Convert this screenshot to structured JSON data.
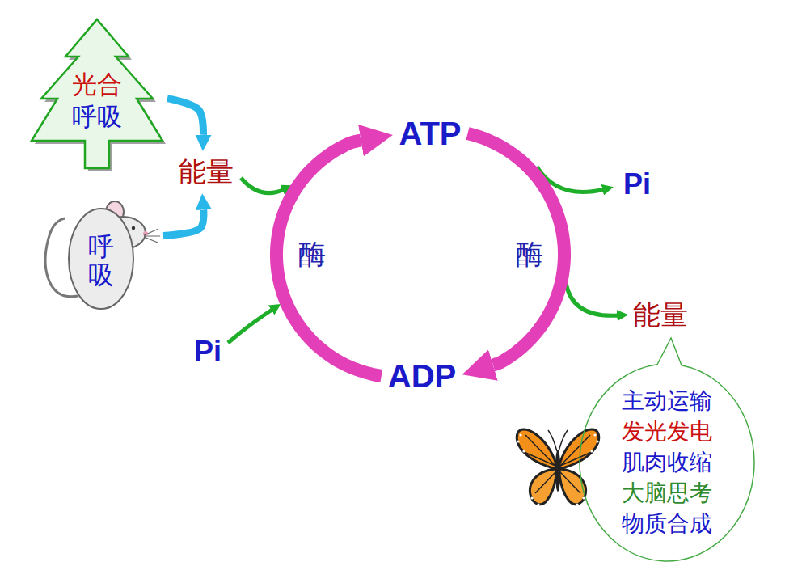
{
  "diagram": {
    "nodes": [
      {
        "text": [
          "光合",
          "呼吸"
        ]
      },
      {
        "text": [
          "呼吸"
        ]
      },
      {
        "text": [
          "能量"
        ]
      },
      {
        "text": [
          "ATP"
        ]
      },
      {
        "text": [
          "ADP"
        ]
      },
      {
        "text": [
          "主动运输",
          "发光发电",
          "肌肉收缩",
          "大脑思考",
          "物质合成"
        ]
      }
    ],
    "edges": [
      {
        "from": 0,
        "to": 2,
        "arrow": "to"
      },
      {
        "from": 1,
        "to": 2,
        "arrow": "to"
      },
      {
        "from": 4,
        "to": 3,
        "arrow": "to"
      },
      {
        "from": 3,
        "to": 4,
        "arrow": "to"
      }
    ],
    "labels": [
      "Pi",
      "酶",
      "酶",
      "能量",
      "Pi"
    ]
  }
}
